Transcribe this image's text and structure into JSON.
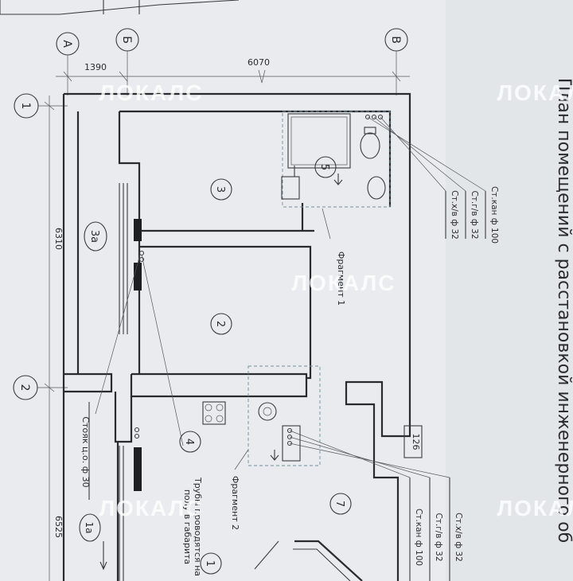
{
  "title": "План помещений с расстановкой инженерного об",
  "axes": {
    "col_a": "А",
    "col_b": "Б",
    "col_v": "В",
    "row_1": "1",
    "row_2": "2"
  },
  "dimensions": {
    "top_left": "1390",
    "top_main": "6070",
    "side_upper": "6310",
    "side_lower": "6525",
    "box_126": "126"
  },
  "rooms": {
    "r1": "1",
    "r1a": "1а",
    "r2": "2",
    "r3": "3",
    "r3a": "3а",
    "r4": "4",
    "r5": "5",
    "r7": "7"
  },
  "leaders": {
    "upper": [
      "Ст.х/в ф 32",
      "Ст.г/в ф 32",
      "Ст.кан ф 100"
    ],
    "lower": [
      "Ст.х/в ф 32",
      "Ст.г/в ф 32",
      "Ст.кан ф 100"
    ]
  },
  "fragments": {
    "f1": "Фрагмент 1",
    "f2": "Фрагмент 2"
  },
  "notes": {
    "heating": "Стояк ц.о. ф 30",
    "pipes_line1": "Трубы проводятся на",
    "pipes_line2": "полу в габарита"
  },
  "watermark": "ЛОКАЛС"
}
